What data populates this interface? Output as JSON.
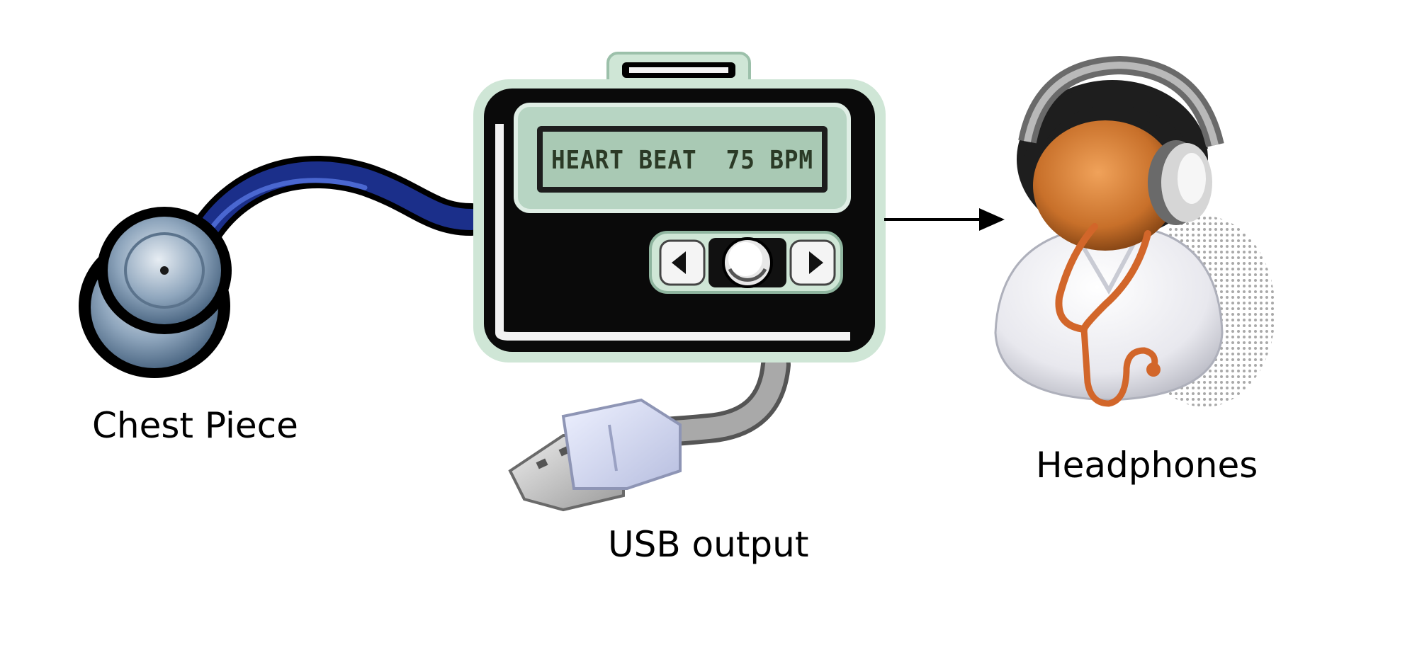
{
  "labels": {
    "chest_piece": "Chest Piece",
    "usb_output": "USB output",
    "headphones": "Headphones"
  },
  "device": {
    "lcd_text": "HEART BEAT  75 BPM"
  },
  "colors": {
    "tube": "#1b2f8a",
    "device_body": "#0a0a0a",
    "device_outline": "#cfe6d6",
    "lcd": "#a9c9b4",
    "skin": "#c8702a",
    "stethoscope": "#d2662a"
  }
}
